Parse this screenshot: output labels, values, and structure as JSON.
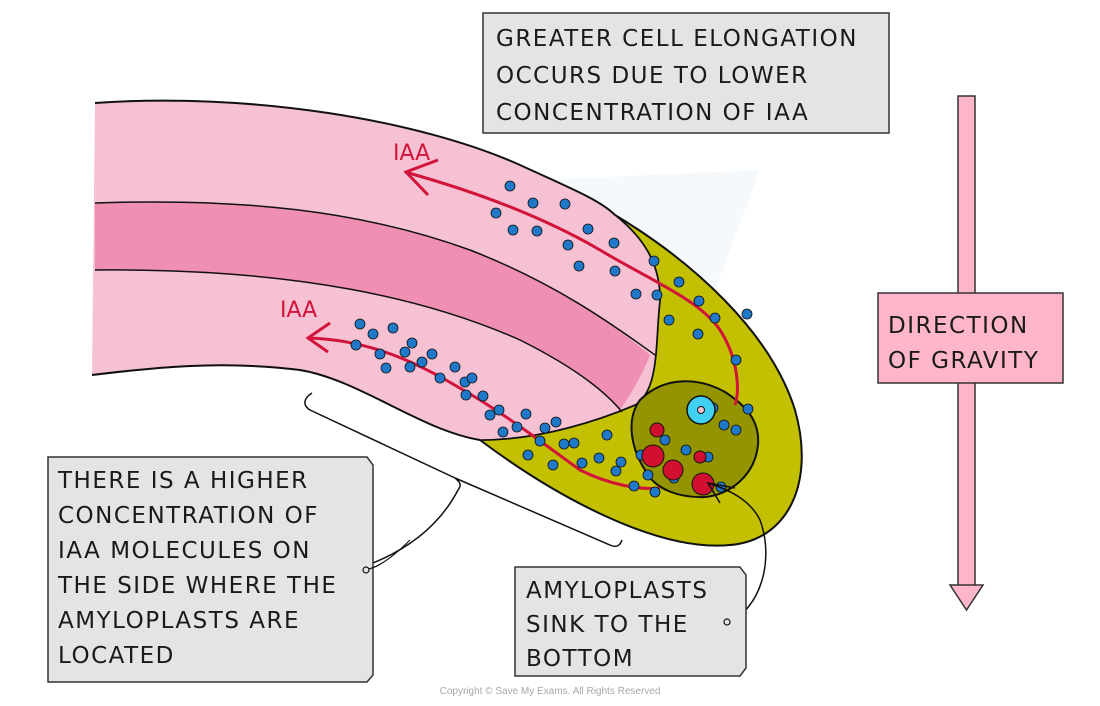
{
  "title": "Root gravitropism: IAA redistribution and amyloplasts",
  "labels": {
    "top_note": {
      "lines": [
        "GREATER CELL ELONGATION",
        "OCCURS DUE TO LOWER",
        "CONCENTRATION OF IAA"
      ]
    },
    "gravity": {
      "lines": [
        "DIRECTION",
        "OF GRAVITY"
      ]
    },
    "left_note": {
      "lines": [
        "THERE IS A HIGHER",
        "CONCENTRATION OF",
        "IAA MOLECULES ON",
        "THE SIDE WHERE THE",
        "AMYLOPLASTS ARE",
        "LOCATED"
      ]
    },
    "amyloplast_note": {
      "lines": [
        "AMYLOPLASTS",
        "SINK TO THE",
        "BOTTOM"
      ]
    },
    "iaa_upper": "IAA",
    "iaa_lower": "IAA"
  },
  "colors": {
    "outer_tissue": "#f5c1d3",
    "vascular_core": "#ef8fb3",
    "root_cap": "#c2c000",
    "statocyte": "#949400",
    "iaa_molecule": "#1f78c8",
    "amyloplast": "#d0102e",
    "nucleus": "#3fd0f2",
    "iaa_arrow": "#d2143a",
    "gravity_arrow": "#ffb6c9",
    "note_box": "#e4e4e4"
  },
  "footer": {
    "copyright": "Copyright © Save My Exams. All Rights Reserved"
  }
}
